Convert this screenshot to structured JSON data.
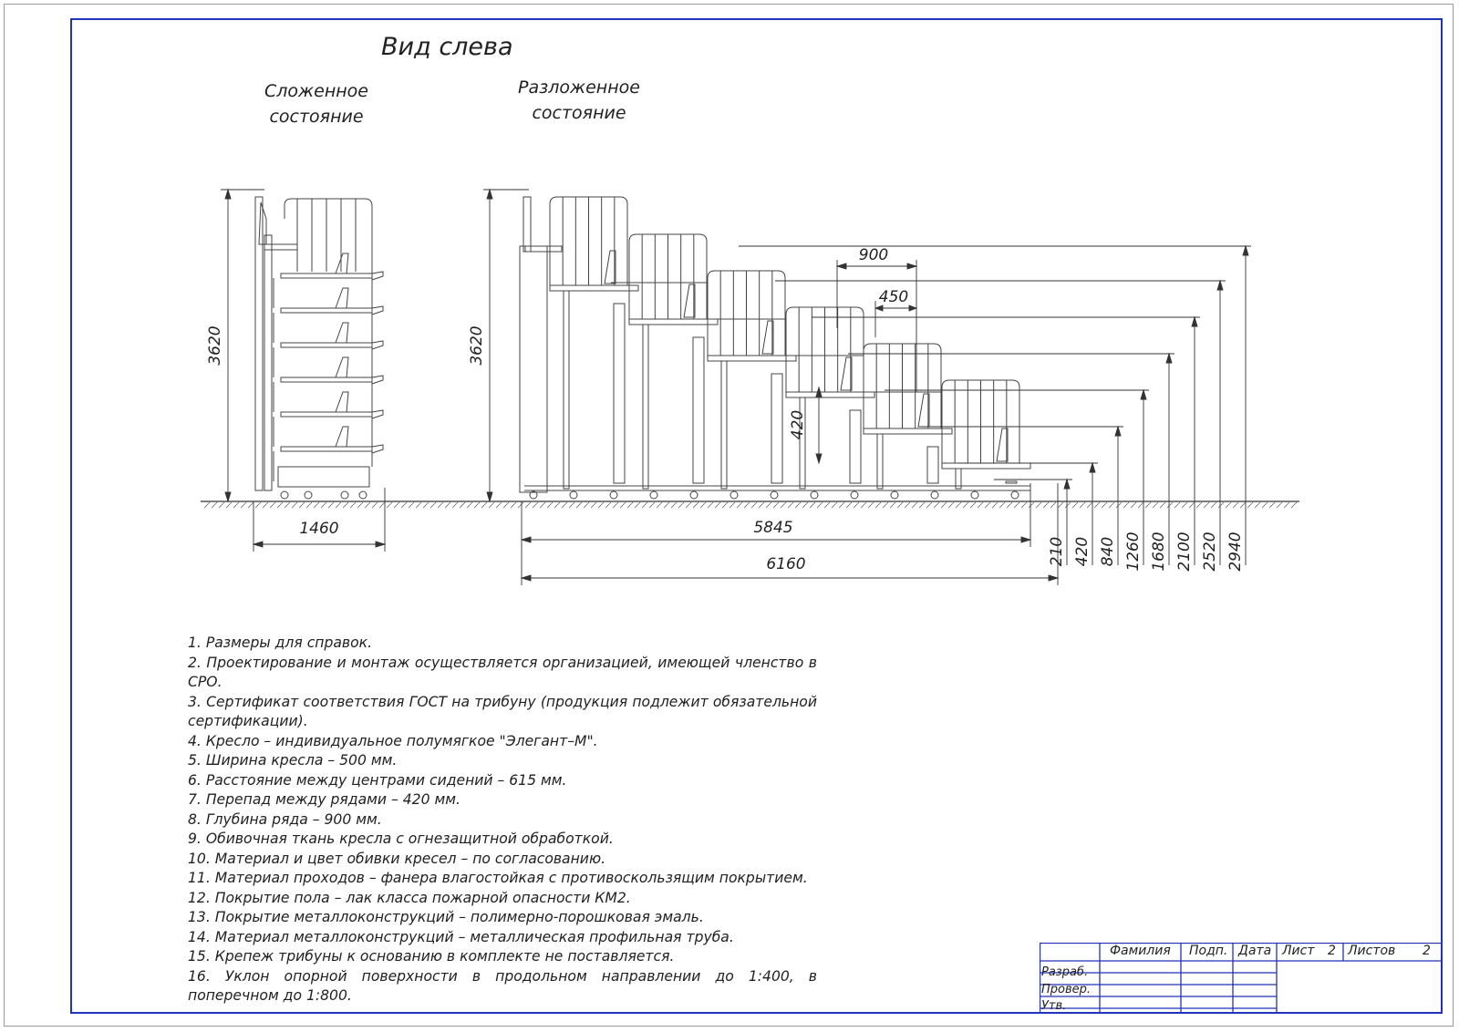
{
  "drawing": {
    "view_title": "Вид слева",
    "folded_label_1": "Сложенное",
    "folded_label_2": "состояние",
    "unfolded_label_1": "Разложенное",
    "unfolded_label_2": "состояние",
    "dimensions": {
      "folded_height": "3620",
      "folded_width": "1460",
      "unfolded_height": "3620",
      "step_depth": "900",
      "half_depth": "450",
      "riser": "420",
      "length_base": "5845",
      "length_total": "6160",
      "levels": [
        "210",
        "420",
        "840",
        "1260",
        "1680",
        "2100",
        "2520",
        "2940"
      ]
    }
  },
  "notes": [
    "1.  Размеры для справок.",
    "2.  Проектирование и монтаж осуществляется организацией, имеющей членство в СРО.",
    "3.  Сертификат соответствия ГОСТ на трибуну (продукция подлежит обязательной сертификации).",
    "4.  Кресло – индивидуальное полумягкое \"Элегант–М\".",
    "5.  Ширина кресла – 500 мм.",
    "6.  Расстояние между центрами сидений – 615 мм.",
    "7.  Перепад между рядами – 420 мм.",
    "8.  Глубина ряда – 900 мм.",
    "9.  Обивочная ткань кресла с огнезащитной обработкой.",
    "10.  Материал и цвет обивки кресел – по согласованию.",
    "11.  Материал проходов – фанера влагостойкая с противоскользящим покрытием.",
    "12.  Покрытие пола – лак класса пожарной опасности КМ2.",
    "13.  Покрытие металлоконструкций – полимерно-порошковая эмаль.",
    "14.  Материал металлоконструкций – металлическая профильная труба.",
    "15.  Крепеж трибуны к основанию в комплекте не поставляется.",
    "16.  Уклон опорной поверхности в продольном направлении до 1:400, в поперечном до 1:800."
  ],
  "title_block": {
    "col_surname": "Фамилия",
    "col_sign": "Подп.",
    "col_date": "Дата",
    "sheet_label": "Лист",
    "sheet_value": "2",
    "sheets_label": "Листов",
    "sheets_value": "2",
    "row_developed": "Разраб.",
    "row_checked": "Провер.",
    "row_approved": "Утв."
  }
}
